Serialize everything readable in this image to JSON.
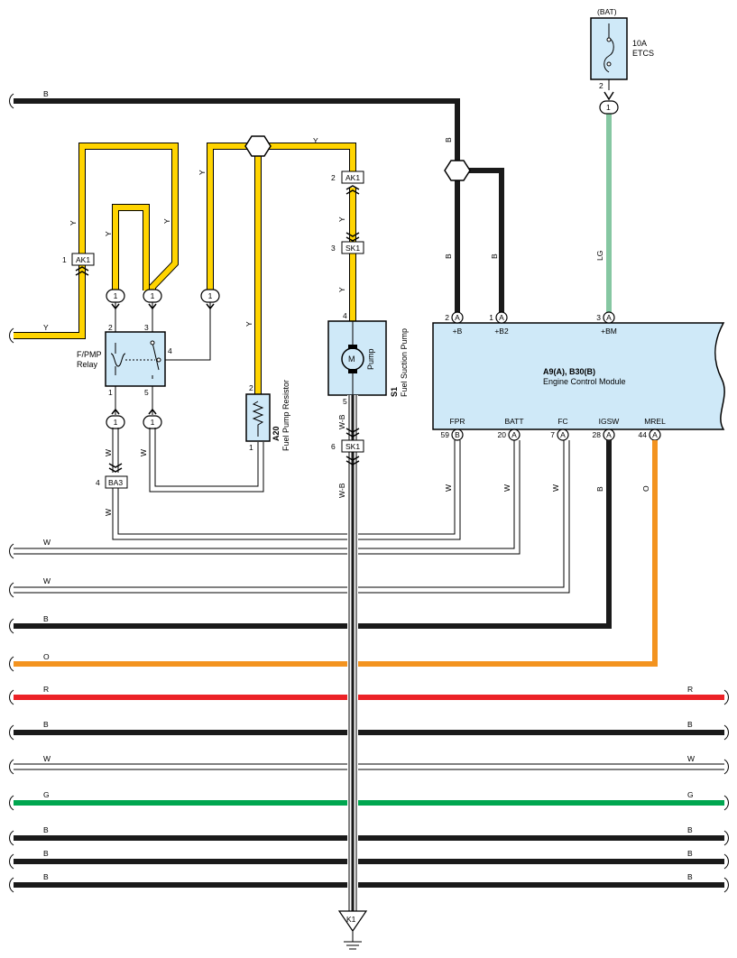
{
  "wire_colors": {
    "B": "#1a1a1a",
    "Y": "#ffd400",
    "LG": "#86c7a2",
    "O": "#f3931f",
    "R": "#ec2227",
    "G": "#00a650",
    "W": "#ffffff",
    "ecm_fill": "#cfe9f8",
    "component_fill": "#cfe9f8"
  },
  "fuse": {
    "supply": "(BAT)",
    "rating": "10A",
    "name": "ETCS",
    "pin": "2",
    "joint_pin": "1"
  },
  "ecm": {
    "name": "A9(A), B30(B)",
    "description": "Engine Control Module",
    "top_pins": [
      {
        "num": "2",
        "conn": "A",
        "label": "+B"
      },
      {
        "num": "1",
        "conn": "A",
        "label": "+B2"
      },
      {
        "num": "3",
        "conn": "A",
        "label": "+BM"
      }
    ],
    "bottom_pins": [
      {
        "num": "59",
        "conn": "B",
        "label": "FPR"
      },
      {
        "num": "20",
        "conn": "A",
        "label": "BATT"
      },
      {
        "num": "7",
        "conn": "A",
        "label": "FC"
      },
      {
        "num": "28",
        "conn": "A",
        "label": "IGSW"
      },
      {
        "num": "44",
        "conn": "A",
        "label": "MREL"
      }
    ]
  },
  "relay": {
    "name": "F/PMP",
    "sub": "Relay",
    "pins": [
      "2",
      "3",
      "4",
      "1",
      "5"
    ],
    "joint_pin": "1"
  },
  "resistor": {
    "code": "A20",
    "name": "Fuel Pump Resistor",
    "pin_top": "2",
    "pin_bottom": "1"
  },
  "pump": {
    "code": "S1",
    "name": "Fuel Suction Pump",
    "inner": "Pump",
    "motor": "M",
    "pin_top": "4",
    "pin_bottom": "5"
  },
  "connectors": {
    "ak1_left": {
      "name": "AK1",
      "pin": "1"
    },
    "ak1_right": {
      "name": "AK1",
      "pin": "2"
    },
    "sk1_upper": {
      "name": "SK1",
      "pin": "3"
    },
    "sk1_lower": {
      "name": "SK1",
      "pin": "6"
    },
    "ba3": {
      "name": "BA3",
      "pin": "4"
    }
  },
  "ground": {
    "name": "K1"
  },
  "wire_labels": {
    "top_b": "B",
    "y_main": "Y",
    "y_a": "Y",
    "y_b": "Y",
    "y_c": "Y",
    "y_d": "Y",
    "y_e": "Y",
    "y_f": "Y",
    "y_g": "Y",
    "y_h": "Y",
    "y_left": "Y",
    "b_v1": "B",
    "b_v2": "B",
    "b_v3": "B",
    "lg": "LG",
    "w_relay": "W",
    "w_relay2": "W",
    "w_ba3": "W",
    "wb_1": "W-B",
    "wb_2": "W-B",
    "w_fpr": "W",
    "w_batt": "W",
    "w_fc": "W",
    "b_igsw": "B",
    "o_mrel": "O"
  },
  "bus_wires": [
    {
      "color": "W",
      "left": "W",
      "right": ""
    },
    {
      "color": "W",
      "left": "W",
      "right": ""
    },
    {
      "color": "B",
      "left": "B",
      "right": ""
    },
    {
      "color": "O",
      "left": "O",
      "right": ""
    },
    {
      "color": "R",
      "left": "R",
      "right": "R"
    },
    {
      "color": "B",
      "left": "B",
      "right": "B"
    },
    {
      "color": "W",
      "left": "W",
      "right": "W"
    },
    {
      "color": "G",
      "left": "G",
      "right": "G"
    },
    {
      "color": "B",
      "left": "B",
      "right": "B"
    },
    {
      "color": "B",
      "left": "B",
      "right": "B"
    },
    {
      "color": "B",
      "left": "B",
      "right": "B"
    }
  ]
}
